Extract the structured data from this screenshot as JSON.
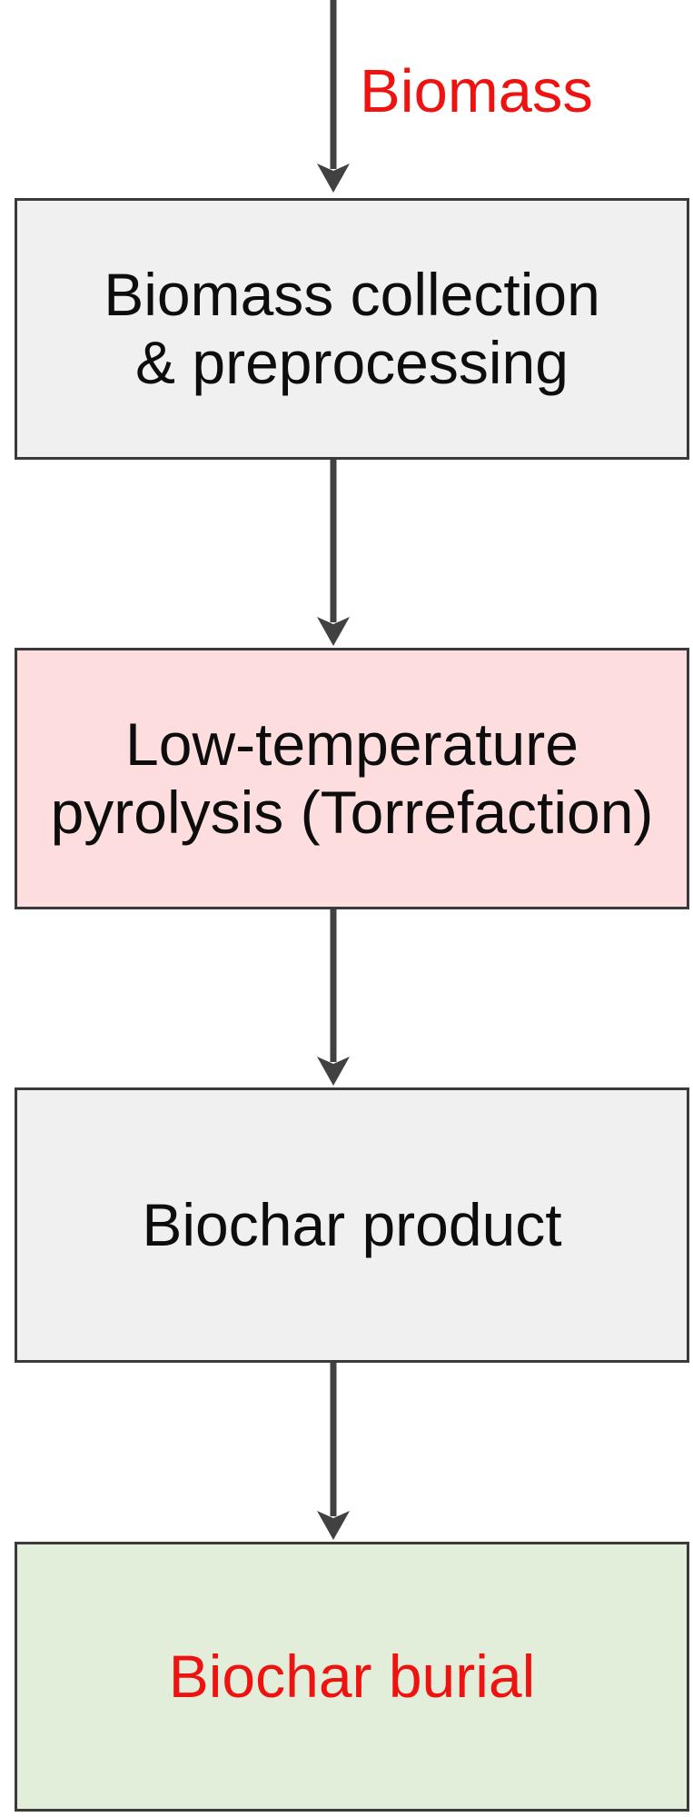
{
  "flow": {
    "input_label": "Biomass",
    "nodes": [
      {
        "name": "biomass-collection",
        "lines": [
          "Biomass collection",
          "& preprocessing"
        ],
        "fill": "#f0f0f0",
        "text_color": "#0d0d0d"
      },
      {
        "name": "low-temperature-pyrolysis",
        "lines": [
          "Low-temperature",
          "pyrolysis (Torrefaction)"
        ],
        "fill": "#fdddde",
        "text_color": "#0d0d0d"
      },
      {
        "name": "biochar-product",
        "lines": [
          "Biochar product"
        ],
        "fill": "#f0f0f0",
        "text_color": "#0d0d0d"
      },
      {
        "name": "biochar-burial",
        "lines": [
          "Biochar burial"
        ],
        "fill": "#e3eeda",
        "text_color": "#ee1310"
      }
    ],
    "colors": {
      "arrow": "#414141",
      "box_border": "#3a3a3a",
      "input_label_text": "#ee1310",
      "background": "#ffffff"
    }
  }
}
